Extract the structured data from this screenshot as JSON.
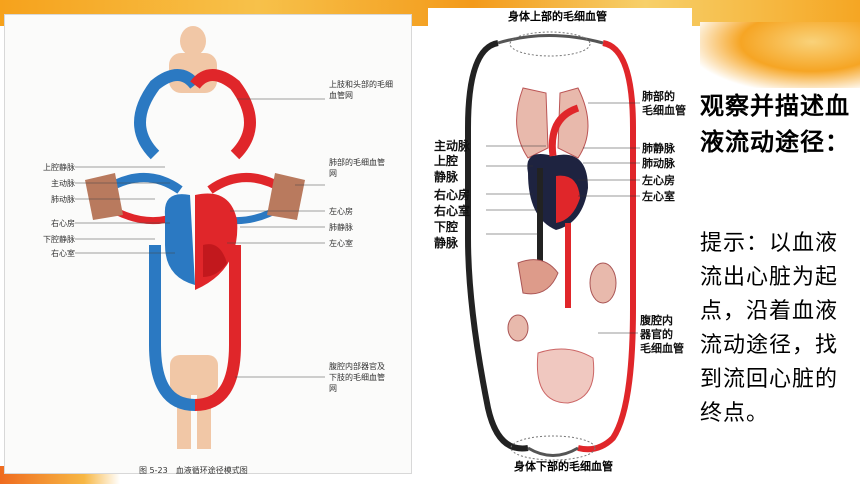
{
  "left_figure": {
    "labels_right": [
      "上肢和头部的毛细血管网",
      "肺部的毛细血管网",
      "左心房",
      "肺静脉",
      "左心室",
      "腹腔内部器官及下肢的毛细血管网"
    ],
    "labels_left": [
      "上腔静脉",
      "主动脉",
      "肺动脉",
      "右心房",
      "下腔静脉",
      "右心室"
    ],
    "caption": "图 5-23　血液循环途径模式图"
  },
  "mid_figure": {
    "top_label": "身体上部的毛细血管",
    "bottom_label": "身体下部的毛细血管",
    "labels_right": [
      "肺部的",
      "毛细血管",
      "肺静脉",
      "肺动脉",
      "左心房",
      "左心室",
      "腹腔内",
      "器官的",
      "毛细血管"
    ],
    "labels_left": [
      "主动脉",
      "上腔",
      "静脉",
      "右心房",
      "右心室",
      "下腔",
      "静脉"
    ]
  },
  "heading": "观察并描述血液流动途径：",
  "hint": "提示：以血液流出心脏为起点，沿着血液流动途径，找到流回心脏的终点。",
  "colors": {
    "artery": "#e0262a",
    "vein": "#2b79c2",
    "accent": "#f5a623"
  }
}
